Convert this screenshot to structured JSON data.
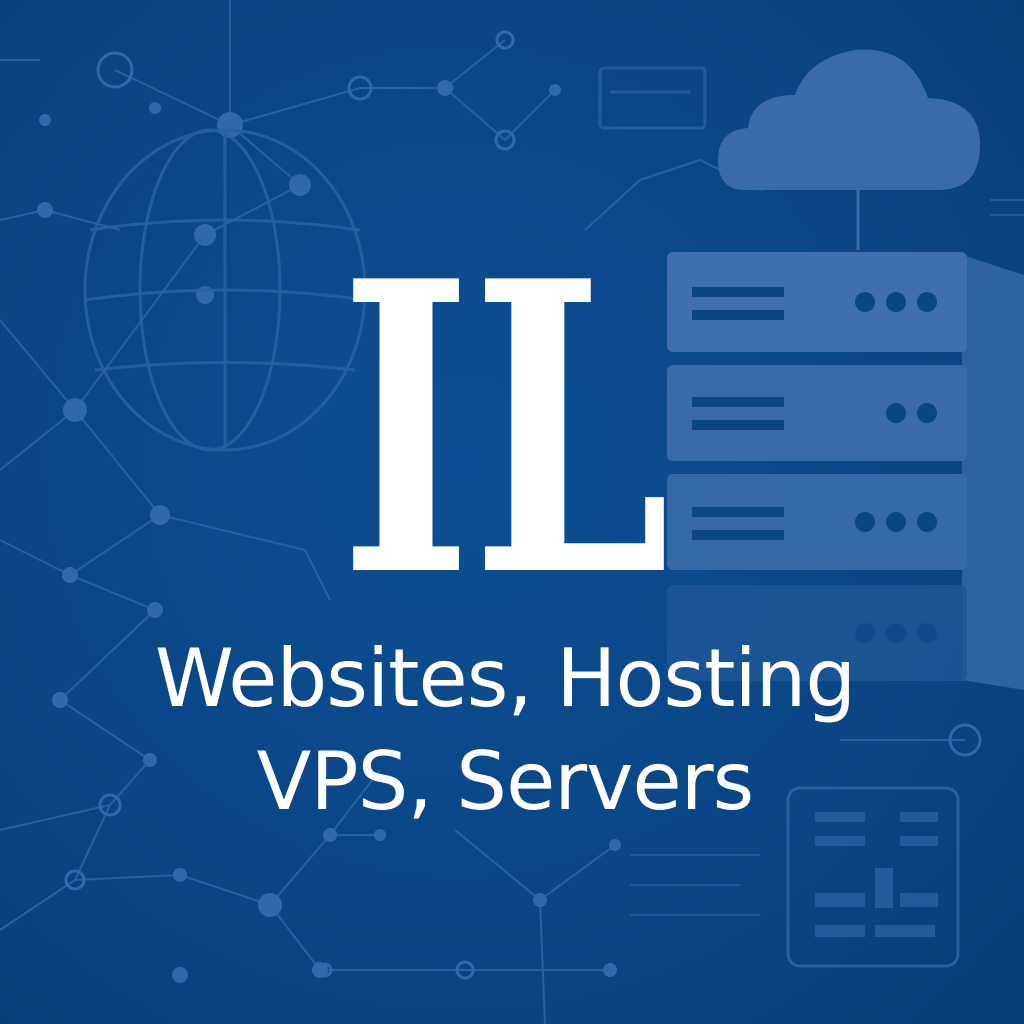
{
  "brand": {
    "logo_letters": "IL"
  },
  "tagline": {
    "line1": "Websites, Hosting",
    "line2": "VPS, Servers"
  },
  "colors": {
    "background": "#0a4686",
    "background_dark": "#083d78",
    "logo": "#ffffff",
    "server_panel": "#3f6fae",
    "server_face": "#2d5f9f",
    "server_slot": "#0a4686",
    "cloud": "#3a6aa9",
    "network_line": "#2c64a5",
    "text": "#ffffff"
  },
  "icons": [
    "network-mesh-icon",
    "globe-icon",
    "cloud-icon",
    "server-rack-icon",
    "server-document-icon"
  ]
}
